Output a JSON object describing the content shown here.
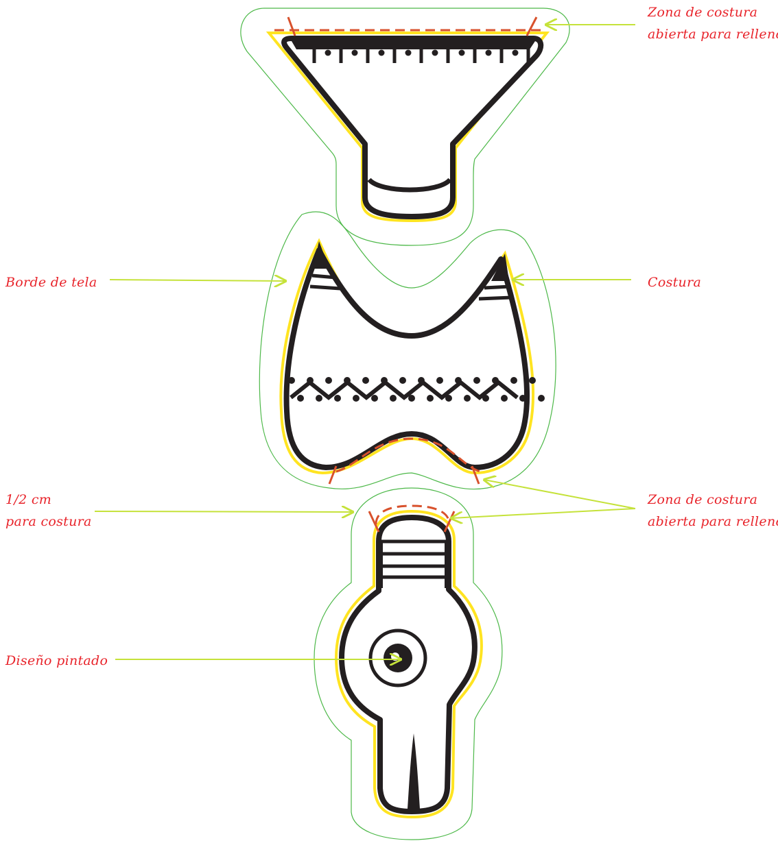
{
  "colors": {
    "outline": "#231f20",
    "seam": "#ffe421",
    "fabric_edge": "#4cb848",
    "open_seam": "#d8512c",
    "arrow": "#c5e23a",
    "label": "#e8232a"
  },
  "labels": {
    "top_open_zone": {
      "line1": "Zona de costura",
      "line2": "abierta para relleno"
    },
    "fabric_edge": "Borde de tela",
    "seam": "Costura",
    "seam_allowance": {
      "line1": "1/2 cm",
      "line2": "para costura"
    },
    "middle_open_zone": {
      "line1": "Zona de costura",
      "line2": "abierta para relleno"
    },
    "painted_design": "Diseño pintado"
  }
}
